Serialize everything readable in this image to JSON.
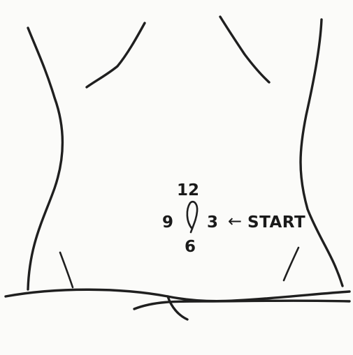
{
  "diagram": {
    "clock_positions": {
      "twelve": "12",
      "three": "3",
      "six": "6",
      "nine": "9"
    },
    "start_label": "START",
    "arrow_glyph": "←"
  },
  "colors": {
    "background": "#fbfbf9",
    "line": "#1f1f1f",
    "text": "#1a1a1a"
  }
}
